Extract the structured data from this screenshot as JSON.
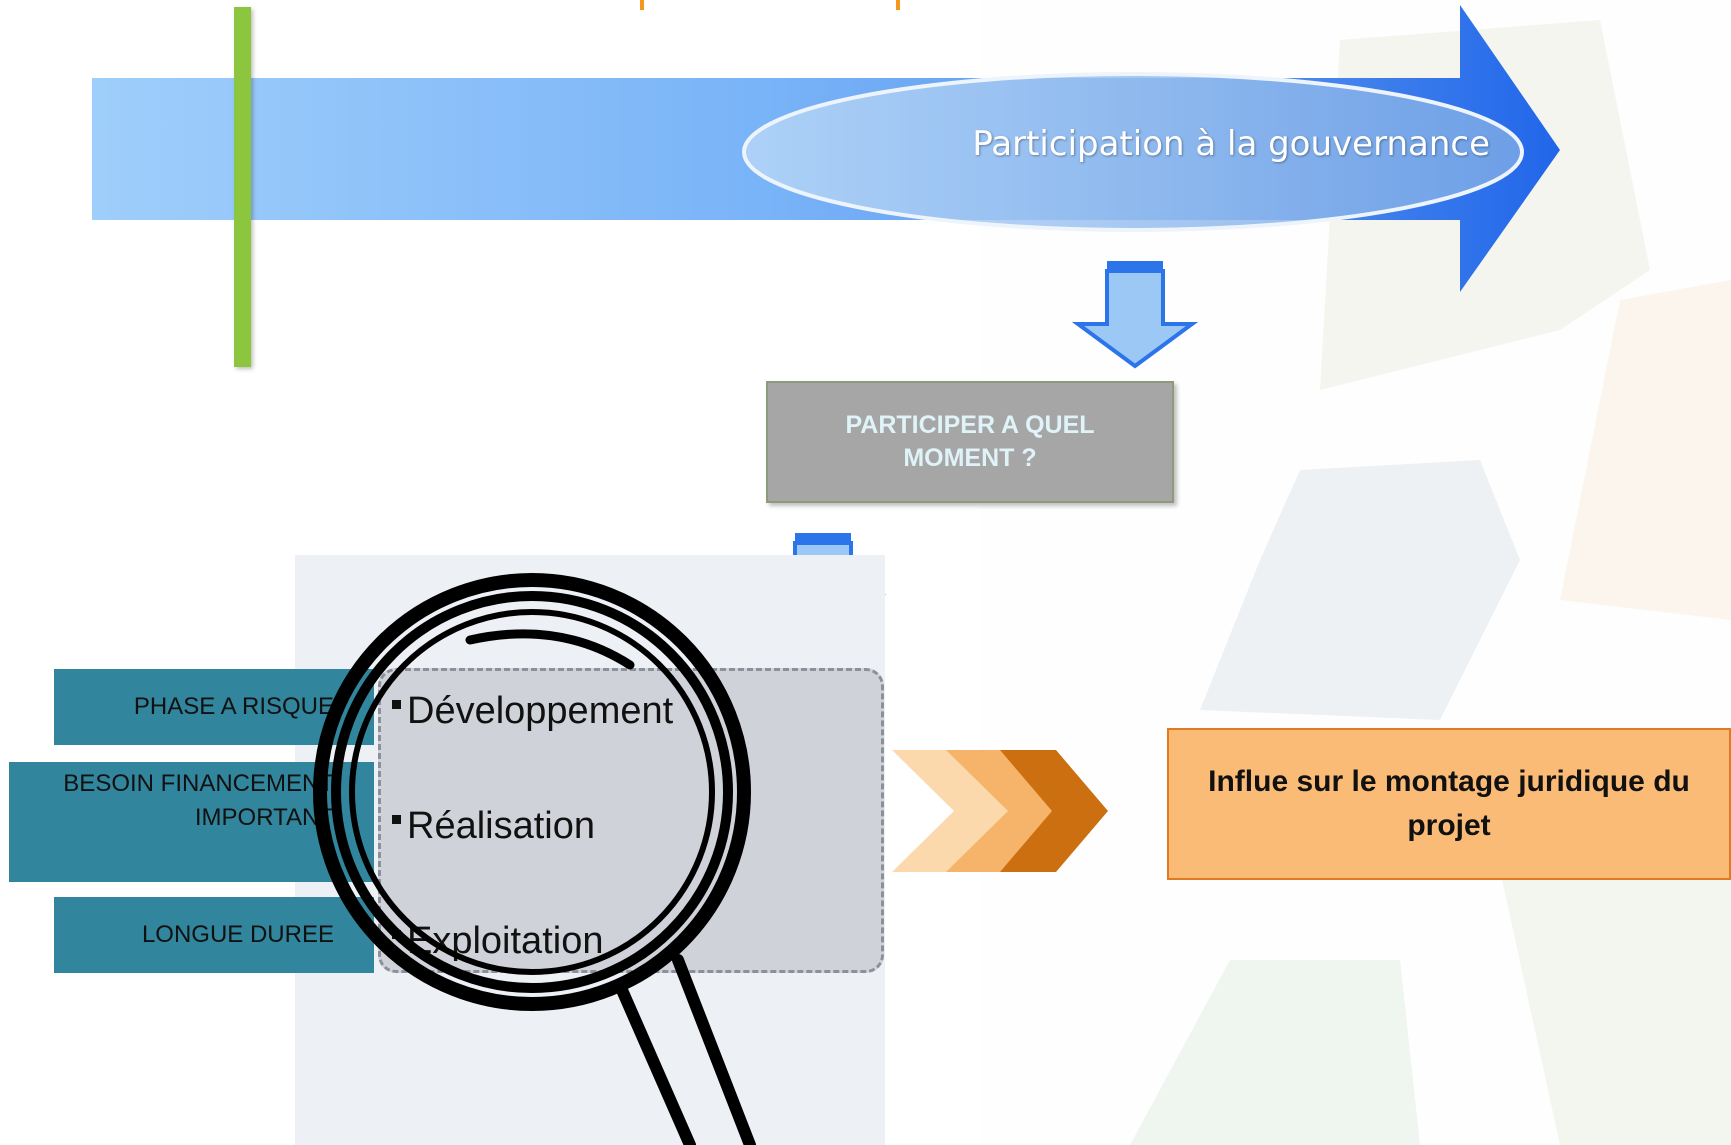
{
  "diagram": {
    "governance_label": "Participation à la gouvernance",
    "question_box": "PARTICIPER A QUEL MOMENT ?",
    "teal_labels": [
      {
        "text": "PHASE A RISQUE"
      },
      {
        "text": "BESOIN FINANCEMENT IMPORTANT"
      },
      {
        "text": "LONGUE DUREE"
      }
    ],
    "phases": [
      "Développement",
      "Réalisation",
      "Exploitation"
    ],
    "result_box": "Influe sur le montage juridique du projet"
  },
  "colors": {
    "arrow_light": "#9cccf8",
    "arrow_dark": "#2f6ee8",
    "green_bar": "#8cc63f",
    "teal": "#31859c",
    "question_bg": "#a6a6a6",
    "result_bg": "#f9bb76",
    "chevron_dark": "#cc6f10"
  },
  "icons": {
    "magnifier": "magnifying-glass-icon",
    "chevrons": "triple-chevron-right-icon",
    "down_arrows": "down-arrow-icon"
  }
}
